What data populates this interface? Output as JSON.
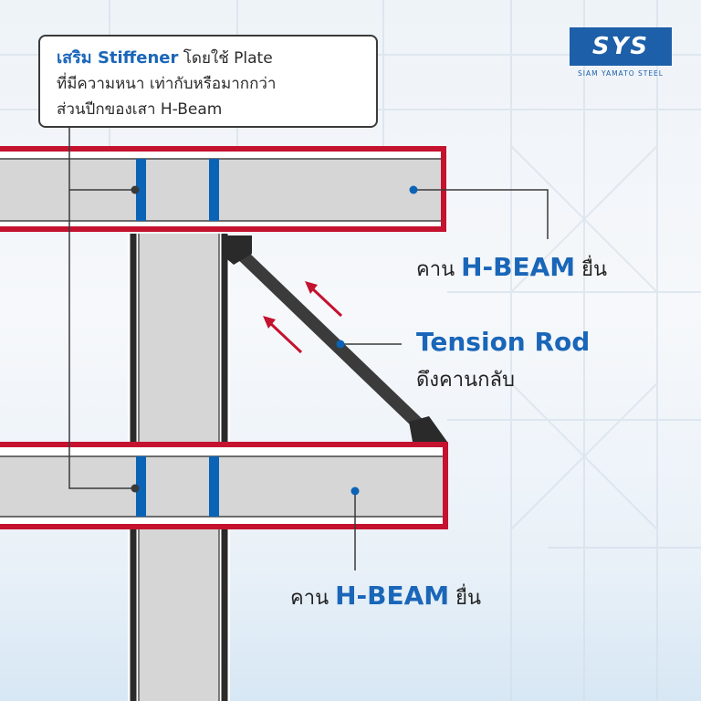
{
  "colors": {
    "beam_outline": "#c4122f",
    "beam_fill": "#d6d6d6",
    "stiffener_blue": "#0b63b6",
    "accent_text_blue": "#1a66b8",
    "rod": "#3b3b3b",
    "arrow": "#c4122f"
  },
  "logo": {
    "mark": "SYS",
    "caption": "SIAM YAMATO STEEL"
  },
  "callout": {
    "line1_highlight": "เสริม Stiffener",
    "line1_rest": " โดยใช้ Plate",
    "line2": "ที่มีความหนา เท่ากับหรือมากกว่า",
    "line3": "ส่วนปีกของเสา H-Beam"
  },
  "beam_top_label": {
    "prefix": "คาน ",
    "highlight": "H-BEAM",
    "suffix": " ยื่น"
  },
  "tension_rod": {
    "title": "Tension Rod",
    "subtitle": "ดึงคานกลับ"
  },
  "beam_bottom_label": {
    "prefix": "คาน ",
    "highlight": "H-BEAM",
    "suffix": " ยื่น"
  }
}
